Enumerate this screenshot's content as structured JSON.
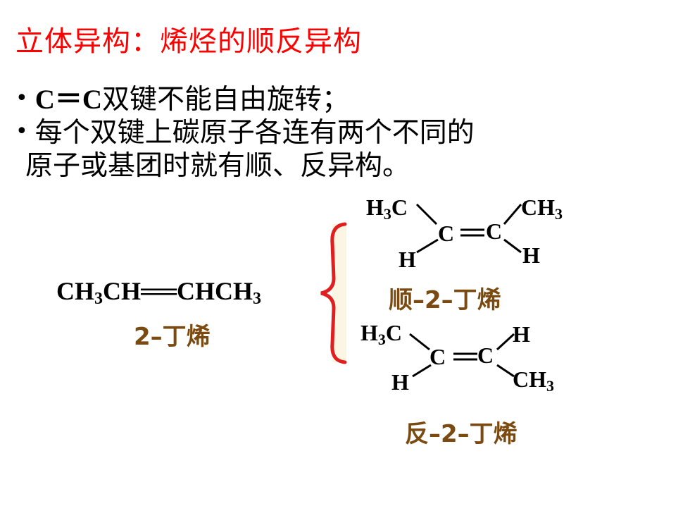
{
  "title": "立体异构：烯烃的顺反异构",
  "bullets": [
    {
      "marker": "•",
      "latin": "C＝C",
      "text": "双键不能自由旋转；"
    },
    {
      "marker": "•",
      "text": "每个双键上碳原子各连有两个不同的"
    },
    {
      "text": "原子或基团时就有顺、反异构。"
    }
  ],
  "left_formula": {
    "part1": "CH",
    "sub1": "3",
    "part2": "CH══CHCH",
    "sub2": "3",
    "name": "2–丁烯"
  },
  "cis": {
    "top_left": "H",
    "top_left_sub": "3",
    "top_left_tail": "C",
    "top_right": "CH",
    "top_right_sub": "3",
    "c1": "C",
    "c2": "C",
    "bottom_left": "H",
    "bottom_right": "H",
    "name": "顺–2–丁烯"
  },
  "trans": {
    "top_left": "H",
    "top_left_sub": "3",
    "top_left_tail": "C",
    "top_right": "H",
    "c1": "C",
    "c2": "C",
    "bottom_left": "H",
    "bottom_right": "CH",
    "bottom_right_sub": "3",
    "name": "反–2–丁烯"
  },
  "colors": {
    "title": "#ff0000",
    "brace": "#e02020",
    "names": "#7a4a10",
    "brace_fill": "#fbf5e3"
  }
}
